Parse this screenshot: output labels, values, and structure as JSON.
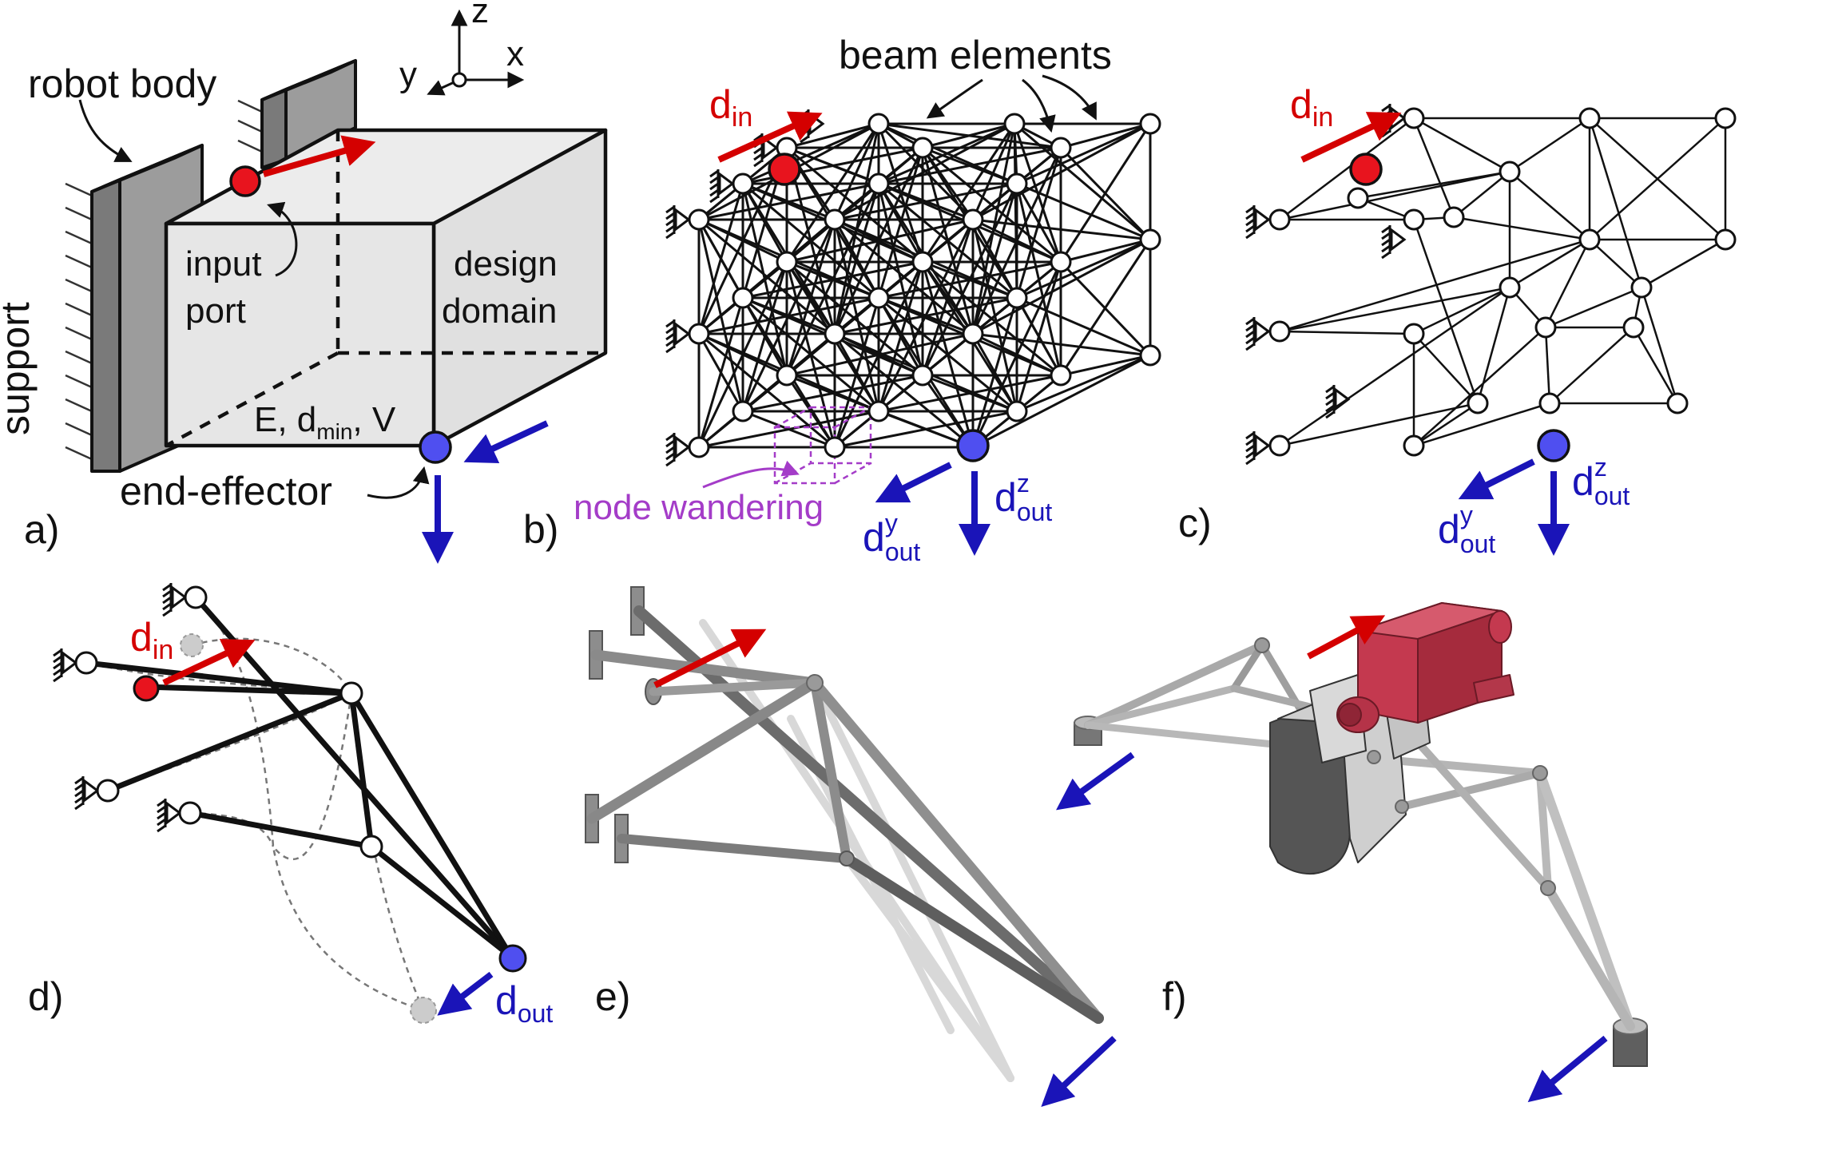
{
  "panels": {
    "a": {
      "label": "a)",
      "robot_body": "robot body",
      "support": "support",
      "input_port_line1": "input",
      "input_port_line2": "port",
      "design_domain_line1": "design",
      "design_domain_line2": "domain",
      "props_E": "E, d",
      "props_sub": "min",
      "props_V": ", V",
      "end_effector": "end-effector",
      "axis_z": "z",
      "axis_x": "x",
      "axis_y": "y"
    },
    "b": {
      "label": "b)",
      "beam_elements": "beam elements",
      "d_in": "d",
      "d_in_sub": "in",
      "node_wandering": "node wandering",
      "d_out_y": "d",
      "d_out_y_sup": "y",
      "d_out_y_sub": "out",
      "d_out_z": "d",
      "d_out_z_sup": "z",
      "d_out_z_sub": "out"
    },
    "c": {
      "label": "c)",
      "d_in": "d",
      "d_in_sub": "in",
      "d_out_y": "d",
      "d_out_y_sup": "y",
      "d_out_y_sub": "out",
      "d_out_z": "d",
      "d_out_z_sup": "z",
      "d_out_z_sub": "out"
    },
    "d": {
      "label": "d)",
      "d_in": "d",
      "d_in_sub": "in",
      "d_out": "d",
      "d_out_sub": "out"
    },
    "e": {
      "label": "e)"
    },
    "f": {
      "label": "f)"
    }
  },
  "colors": {
    "input": "#d40000",
    "output": "#1a14b8",
    "node_wandering": "#a43cc8",
    "domain_fill": "#e4e4e4",
    "body_fill": "#9a9a9a",
    "actuator": "#c4394f"
  }
}
